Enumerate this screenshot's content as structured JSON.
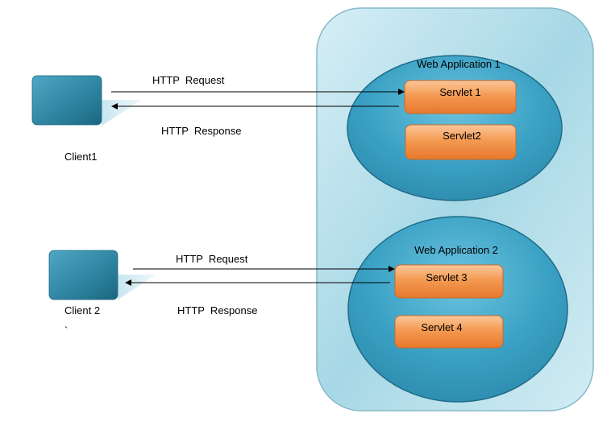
{
  "clients": [
    {
      "label": "Client1",
      "request_label": "HTTP  Request",
      "response_label": "HTTP  Response"
    },
    {
      "label": "Client 2",
      "request_label": "HTTP  Request",
      "response_label": "HTTP  Response",
      "stray_mark": "`"
    }
  ],
  "server": {
    "web_applications": [
      {
        "title": "Web Application 1",
        "servlets": [
          "Servlet 1",
          "Servlet2"
        ]
      },
      {
        "title": "Web Application 2",
        "servlets": [
          "Servlet 3",
          "Servlet 4"
        ]
      }
    ]
  },
  "colors": {
    "container_fill": "#a9dbe8",
    "container_stroke": "#7fb0c2",
    "ellipse_fill": "#3fa4c6",
    "ellipse_stroke": "#1f6f8c",
    "servlet_fill": "#f28c3e",
    "servlet_stroke": "#c8692a",
    "client_fill": "#2b7f9c"
  }
}
